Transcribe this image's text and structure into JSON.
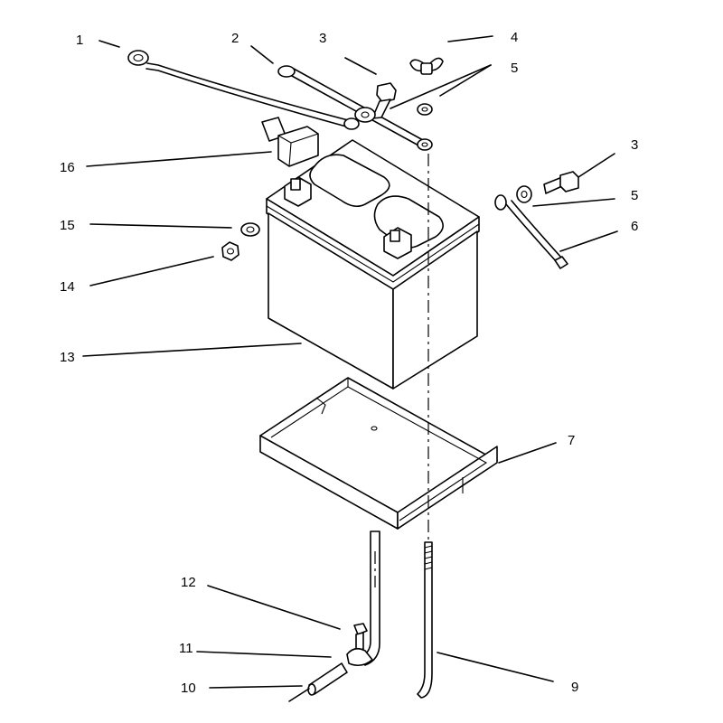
{
  "callouts": {
    "c1": "1",
    "c2": "2",
    "c3a": "3",
    "c4": "4",
    "c5a": "5",
    "c16": "16",
    "c3b": "3",
    "c5b": "5",
    "c6": "6",
    "c15": "15",
    "c14": "14",
    "c13": "13",
    "c7": "7",
    "c12": "12",
    "c11": "11",
    "c10": "10",
    "c9": "9"
  }
}
